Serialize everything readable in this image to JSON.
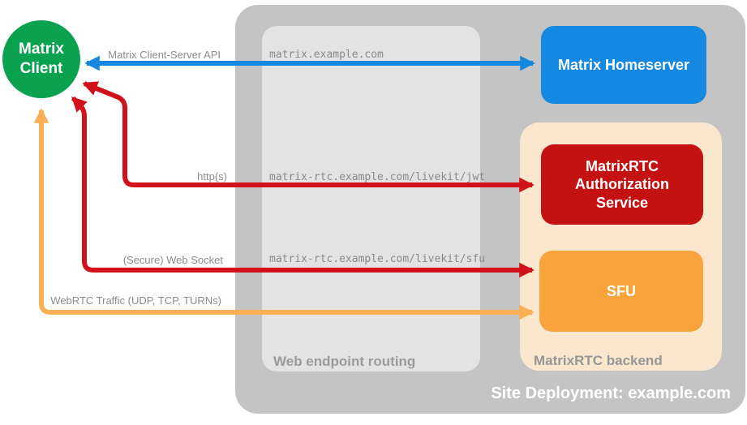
{
  "client": {
    "label": "Matrix Client"
  },
  "homeserver": {
    "label": "Matrix Homeserver"
  },
  "auth_service": {
    "label": "MatrixRTC Authorization Service"
  },
  "sfu": {
    "label": "SFU"
  },
  "backend": {
    "label": "MatrixRTC backend"
  },
  "routing": {
    "label": "Web endpoint routing",
    "endpoints": {
      "homeserver": "matrix.example.com",
      "jwt": "matrix-rtc.example.com/livekit/jwt",
      "sfu": "matrix-rtc.example.com/livekit/sfu"
    }
  },
  "site": {
    "label": "Site Deployment: example.com"
  },
  "connections": {
    "client_server_api": {
      "label": "Matrix Client-Server API",
      "color": "#1588e1",
      "style": "bidirectional"
    },
    "https": {
      "label": "http(s)",
      "color": "#d1121b",
      "style": "bidirectional"
    },
    "websocket": {
      "label": "(Secure) Web Socket",
      "color": "#d1121b",
      "style": "bidirectional"
    },
    "webrtc": {
      "label": "WebRTC Traffic (UDP, TCP, TURNs)",
      "color": "#f9b054",
      "style": "bidirectional"
    }
  },
  "colors": {
    "client_green": "#0aa24f",
    "homeserver_blue": "#1588e1",
    "auth_red": "#c41111",
    "sfu_orange": "#f9a33c",
    "arrow_red": "#d1121b",
    "arrow_orange": "#f9b054",
    "container_gray": "#c4c4c4",
    "routing_gray": "#e3e3e3",
    "backend_peach": "#fbe7cd",
    "label_gray": "#8c8c8c"
  }
}
